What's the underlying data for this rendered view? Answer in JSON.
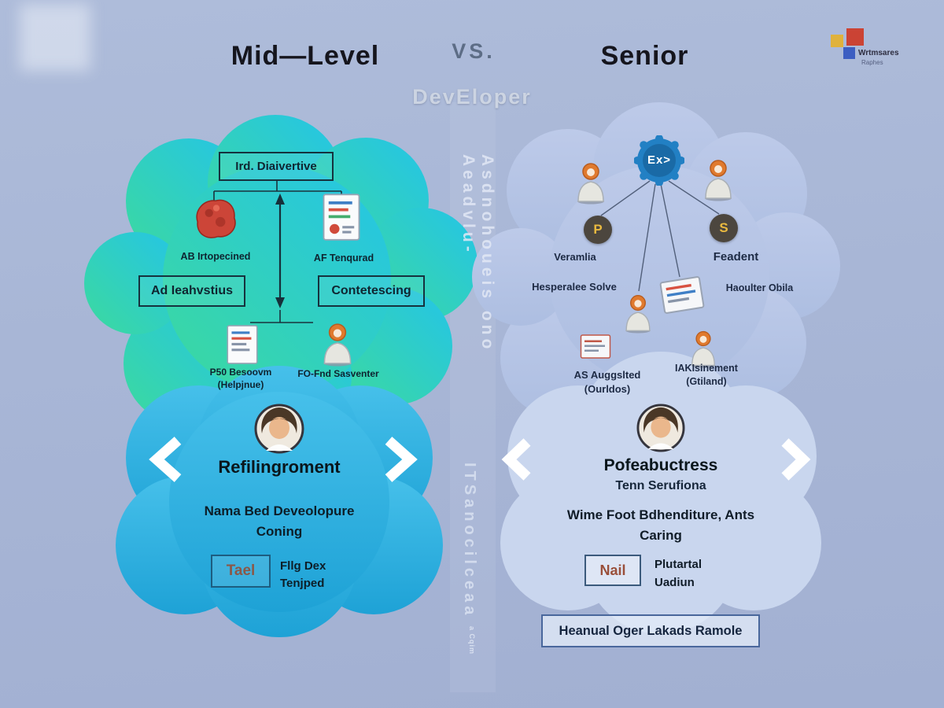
{
  "colors": {
    "background": "#a9b7d7",
    "left_cloud_top": "#24c4e8",
    "left_cloud_bottom": "#3cda9d",
    "left_panel_top": "#46c0ea",
    "left_panel_bottom": "#1ea2d6",
    "right_cloud": "#b6c5e5",
    "right_panel": "#c9d6ee",
    "heading_text": "#15151d",
    "badge_blue": "#2280c4",
    "letter_gold": "#eaba40",
    "tag_text_brown": "#8a5848"
  },
  "header": {
    "left_title": "Mid—Level",
    "vs": "VS.",
    "subtitle": "DevEloper",
    "right_title": "Senior"
  },
  "brand": {
    "name": "Wrtmsares",
    "sub": "Raphes"
  },
  "left": {
    "cloud": {
      "top_box": "Ird. Diaivertive",
      "brain_label": "AB Irtopecined",
      "doc_label": "AF Tenqurad",
      "box_left": "Ad Ieahvstius",
      "box_right": "Contetescing",
      "doc2_label_line1": "P50 Besoovm",
      "doc2_label_line2": "(Helpjnue)",
      "person_label": "FO-Fnd Sasventer"
    },
    "panel": {
      "title": "Refilingroment",
      "body_line1": "Nama Bed Deveolopure",
      "body_line2": "Coning",
      "tag": "Tael",
      "tag_label_line1": "Fllg Dex",
      "tag_label_line2": "Tenjped"
    }
  },
  "divider": {
    "text_top": "Asdnohoueis ono Aeadvlu-",
    "text_bottom": "ITSanocilceaa",
    "text_small": "a Cqim"
  },
  "right": {
    "cloud": {
      "badge": "Ex>",
      "p": "P",
      "s": "S",
      "left_name": "Veramlia",
      "left_sub": "Hesperalee Solve",
      "right_name": "Feadent",
      "right_sub": "Haoulter Obila",
      "doc_label_line1": "AS Auggslted",
      "doc_label_line2": "(Ourldos)",
      "person_label_line1": "IAKIsinement",
      "person_label_line2": "(Gtiland)"
    },
    "panel": {
      "title": "Pofeabuctress",
      "subtitle": "Tenn Serufiona",
      "body_line1": "Wime Foot Bdhenditure, Ants",
      "body_line2": "Caring",
      "tag": "Nail",
      "tag_label_line1": "Plutartal",
      "tag_label_line2": "Uadiun"
    },
    "banner": "Heanual Oger Lakads Ramole"
  }
}
